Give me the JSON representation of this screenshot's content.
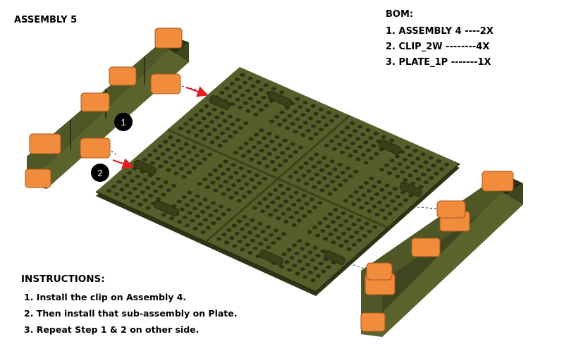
{
  "title": "ASSEMBLY 5",
  "bom": {
    "heading": "BOM:",
    "items": [
      "1. ASSEMBLY 4 ----2X",
      "2. CLIP_2W --------4X",
      "3. PLATE_1P -------1X"
    ]
  },
  "instructions": {
    "heading": "INSTRUCTIONS:",
    "steps": [
      "1. Install the clip on Assembly 4.",
      "2. Then install that sub-assembly on Plate.",
      "3. Repeat Step 1 & 2 on other side."
    ]
  },
  "callouts": [
    "1",
    "2"
  ],
  "colors": {
    "plate": "#545c2a",
    "plate_edge": "#2f3414",
    "clip": "#f08c3c",
    "arrow": "#e02020",
    "frame": "#4f5726"
  },
  "icons": {
    "plate": "perforated-plate",
    "assembly": "assembly-4-frame",
    "clip": "clip-2w",
    "arrow": "insertion-arrow"
  }
}
